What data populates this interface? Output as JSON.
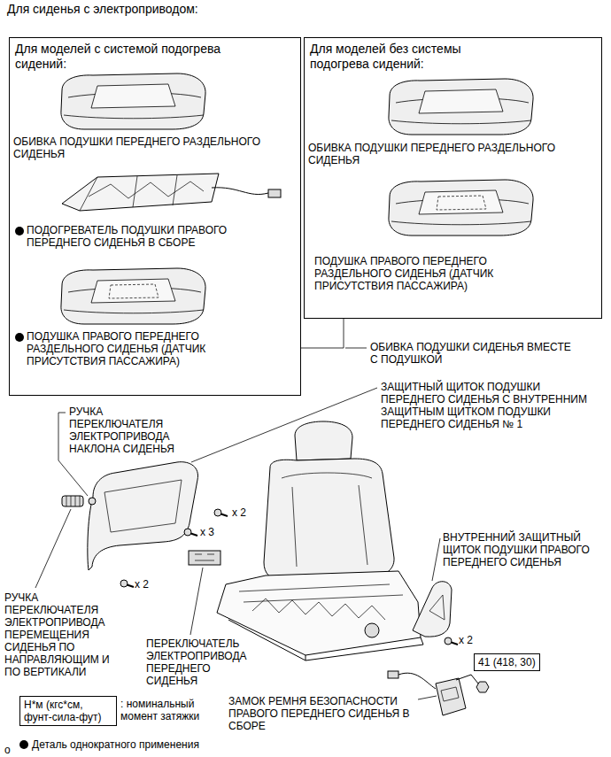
{
  "diagram": {
    "title": "Для сиденья с электроприводом:",
    "nodes": [
      {
        "text": [
          "Для моделей с системой подогрева сидений:"
        ]
      },
      {
        "text": [
          "Для моделей без системы подогрева сидений:"
        ]
      },
      {
        "text": [
          "41 (418, 30)"
        ]
      },
      {
        "text": [
          "Н*м (кгс*см, фунт-сила-фут)"
        ]
      }
    ],
    "edges": [
      {
        "from": 0,
        "to": 1,
        "arrow": "none",
        "label": "ОБИВКА ПОДУШКИ СИДЕНЬЯ ВМЕСТЕ С ПОДУШКОЙ"
      }
    ],
    "labels": [
      "ОБИВКА ПОДУШКИ ПЕРЕДНЕГО РАЗДЕЛЬНОГО СИДЕНЬЯ",
      "ПОДОГРЕВАТЕЛЬ ПОДУШКИ ПРАВОГО ПЕРЕДНЕГО СИДЕНЬЯ В СБОРЕ",
      "ПОДУШКА ПРАВОГО ПЕРЕДНЕГО РАЗДЕЛЬНОГО СИДЕНЬЯ (ДАТЧИК ПРИСУТСТВИЯ ПАССАЖИРА)",
      "ОБИВКА ПОДУШКИ ПЕРЕДНЕГО РАЗДЕЛЬНОГО СИДЕНЬЯ",
      "ПОДУШКА ПРАВОГО ПЕРЕДНЕГО РАЗДЕЛЬНОГО СИДЕНЬЯ (ДАТЧИК ПРИСУТСТВИЯ ПАССАЖИРА)",
      "ЗАЩИТНЫЙ ЩИТОК ПОДУШКИ ПЕРЕДНЕГО СИДЕНЬЯ С ВНУТРЕННИМ ЗАЩИТНЫМ ЩИТКОМ ПОДУШКИ ПЕРЕДНЕГО СИДЕНЬЯ № 1",
      "РУЧКА ПЕРЕКЛЮЧАТЕЛЯ ЭЛЕКТРОПРИВОДА НАКЛОНА СИДЕНЬЯ",
      "x 2",
      "x 3",
      "x 2",
      "РУЧКА ПЕРЕКЛЮЧАТЕЛЯ ЭЛЕКТРОПРИВОДА ПЕРЕМЕЩЕНИЯ СИДЕНЬЯ ПО НАПРАВЛЯЮЩИМ И ПО ВЕРТИКАЛИ",
      "ПЕРЕКЛЮЧАТЕЛЬ ЭЛЕКТРОПРИВОДА ПЕРЕДНЕГО СИДЕНЬЯ",
      "ВНУТРЕННИЙ ЗАЩИТНЫЙ ЩИТОК ПОДУШКИ ПРАВОГО ПЕРЕДНЕГО СИДЕНЬЯ",
      "x 2",
      "ЗАМОК РЕМНЯ БЕЗОПАСНОСТИ ПРАВОГО ПЕРЕДНЕГО СИДЕНЬЯ В СБОРЕ",
      "o"
    ],
    "legend": [
      {
        "text": ": номинальный момент затяжки"
      },
      {
        "text": "Деталь однократного применения"
      }
    ]
  }
}
